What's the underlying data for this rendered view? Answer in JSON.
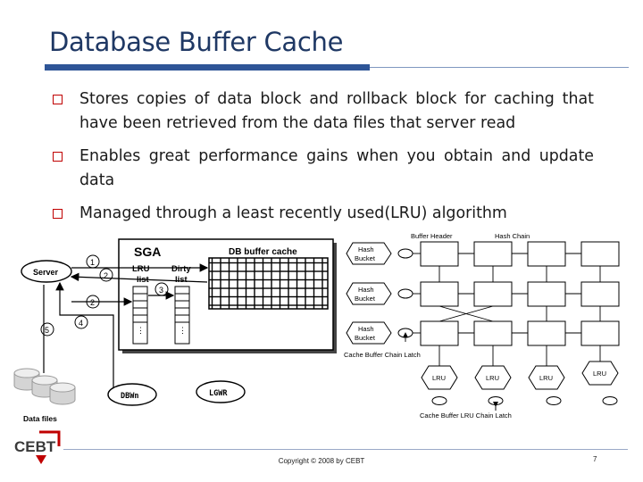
{
  "slide": {
    "title": "Database Buffer Cache",
    "bullets": [
      "Stores copies of data block and rollback block for caching that have been retrieved from the data files that server read",
      "Enables great performance gains when you obtain and update data",
      "Managed through a least recently used(LRU) algorithm"
    ],
    "footer": "Copyright © 2008 by CEBT",
    "page_number": "7",
    "logo_text": "CEBT"
  },
  "left_diagram": {
    "server": "Server",
    "sga": "SGA",
    "db_buffer_cache": "DB buffer cache",
    "lru_list": [
      "LRU",
      "list"
    ],
    "dirty_list": [
      "Dirty",
      "list"
    ],
    "dbwn": "DBWn",
    "lgwr": "LGWR",
    "data_files": "Data files",
    "steps": [
      "1",
      "2",
      "2",
      "3",
      "4",
      "5"
    ]
  },
  "right_diagram": {
    "buffer_header": "Buffer Header",
    "hash_chain": "Hash Chain",
    "hash_bucket": [
      "Hash",
      "Bucket"
    ],
    "cache_buffer_chain_latch": "Cache Buffer Chain Latch",
    "lru": "LRU",
    "cache_buffer_lru_chain_latch": "Cache Buffer LRU Chain Latch"
  },
  "colors": {
    "title": "#1f3864",
    "accent_bar": "#2e5597",
    "bullet_box": "#c00000",
    "logo_red": "#c00000"
  }
}
